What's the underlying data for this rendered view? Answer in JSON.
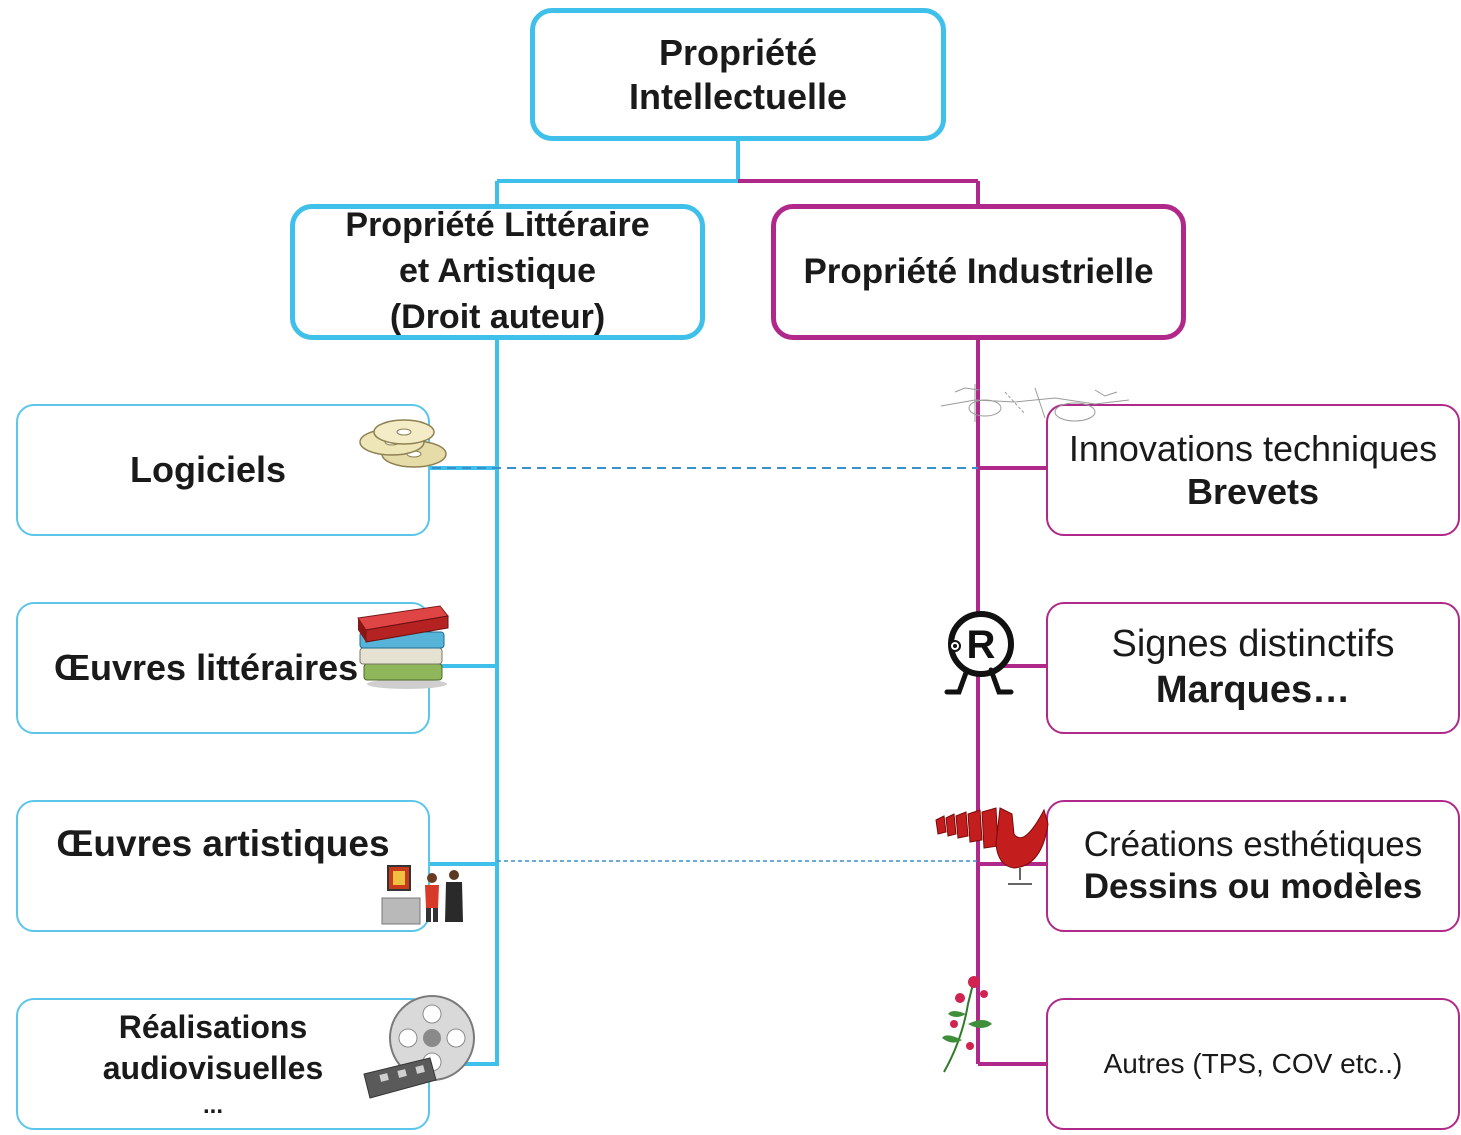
{
  "colors": {
    "blue": "#3ec0ea",
    "magenta": "#b0288a"
  },
  "root": {
    "line1": "Propriété",
    "line2": "Intellectuelle"
  },
  "left_branch": {
    "line1": "Propriété Littéraire",
    "line2": "et Artistique",
    "line3": "(Droit auteur)"
  },
  "right_branch": {
    "label": "Propriété Industrielle"
  },
  "left_items": [
    {
      "label": "Logiciels",
      "icon": "cd-discs-icon"
    },
    {
      "label": "Œuvres littéraires",
      "icon": "books-icon"
    },
    {
      "label": "Œuvres artistiques",
      "icon": "art-gallery-icon"
    },
    {
      "line1": "Réalisations",
      "line2": "audiovisuelles",
      "line3": "...",
      "icon": "film-reel-icon"
    }
  ],
  "right_items": [
    {
      "line1": "Innovations techniques",
      "line2": "Brevets",
      "icon": "technical-drawing-icon"
    },
    {
      "line1": "Signes distinctifs",
      "line2": "Marques…",
      "icon": "registered-trademark-icon"
    },
    {
      "line1": "Créations esthétiques",
      "line2": "Dessins ou modèles",
      "icon": "red-chairs-icon"
    },
    {
      "label": "Autres (TPS, COV etc..)",
      "icon": "flower-icon"
    }
  ]
}
